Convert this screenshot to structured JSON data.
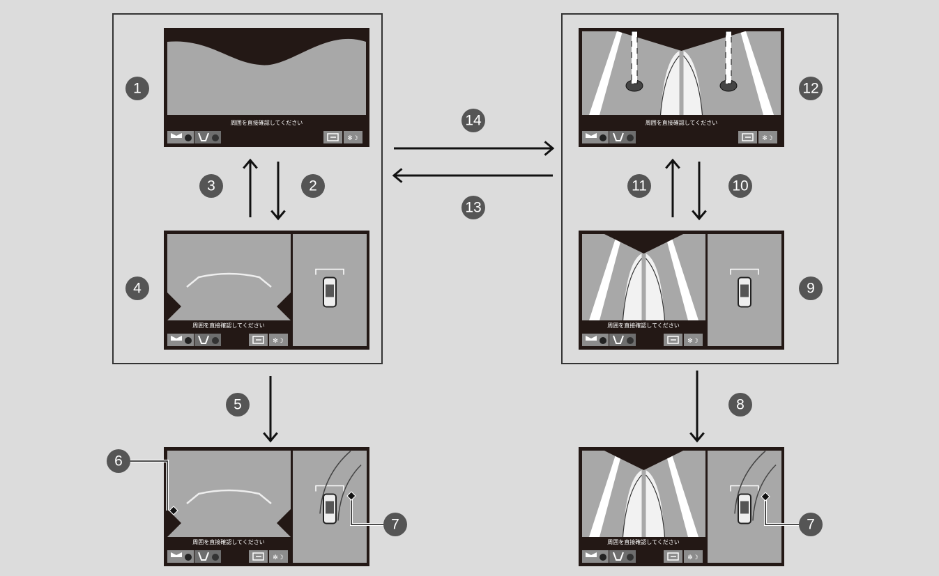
{
  "screen_message": "周囲を直接確認してください",
  "colors": {
    "background": "#dcdcdc",
    "callout": "#555555",
    "frame": "#333333",
    "screen": "#231815",
    "camera": "#a8a8a8"
  },
  "callouts": [
    "1",
    "2",
    "3",
    "4",
    "5",
    "6",
    "7",
    "8",
    "9",
    "10",
    "11",
    "12",
    "13",
    "14"
  ],
  "groups": [
    {
      "name": "front-view-group",
      "screens": [
        "front-wide-view",
        "front-view-with-topview"
      ]
    },
    {
      "name": "front-side-group",
      "screens": [
        "front-side-view",
        "front-side-view-with-topview"
      ]
    }
  ],
  "screens": [
    {
      "id": "front-wide-view",
      "camera": "wide",
      "panel": false,
      "track": false
    },
    {
      "id": "front-view-with-topview",
      "camera": "guide",
      "panel": true,
      "track": false
    },
    {
      "id": "front-view-track",
      "camera": "guide",
      "panel": true,
      "track": true
    },
    {
      "id": "side-split-view",
      "camera": "split-large",
      "panel": false,
      "track": false
    },
    {
      "id": "side-split-with-topview",
      "camera": "split",
      "panel": true,
      "track": false
    },
    {
      "id": "side-split-track",
      "camera": "split",
      "panel": true,
      "track": true
    }
  ],
  "icons": [
    "front-camera-icon",
    "side-camera-icon",
    "exit-icon",
    "brightness-icon"
  ]
}
